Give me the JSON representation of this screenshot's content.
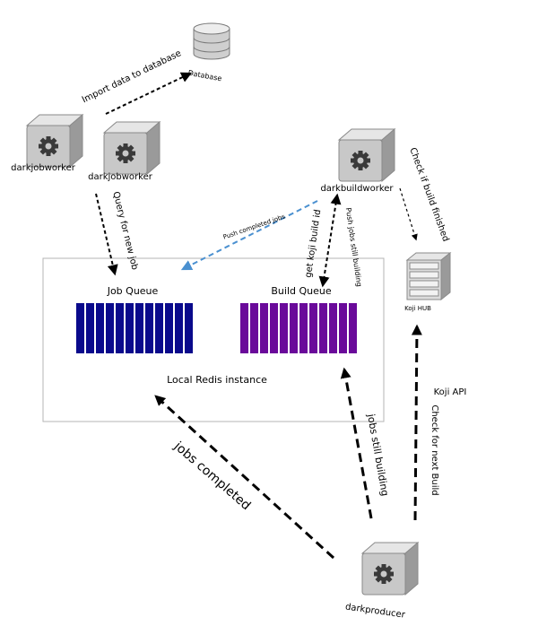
{
  "nodes": {
    "database": {
      "label": "Database",
      "icon": "database-icon"
    },
    "worker_a": {
      "label": "darkjobworker",
      "icon": "gear-server-icon"
    },
    "worker_b": {
      "label": "darkjobworker",
      "icon": "gear-server-icon"
    },
    "build_worker": {
      "label": "darkbuildworker",
      "icon": "gear-server-icon"
    },
    "koji_hub": {
      "label": "Koji HUB",
      "icon": "server-rack-icon"
    },
    "producer": {
      "label": "darkproducer",
      "icon": "gear-server-icon"
    }
  },
  "redis": {
    "label": "Local Redis instance",
    "job_queue": {
      "label": "Job Queue",
      "color": "#0a0a8c",
      "slots": 12
    },
    "build_queue": {
      "label": "Build Queue",
      "color": "#6a0a9a",
      "slots": 12
    }
  },
  "edges": {
    "import": "Import data to database",
    "query": "Query for new job",
    "push_completed": "Push completed jobs",
    "get_build_id": "get koji build id",
    "push_still_building": "Push jobs still building",
    "check_finished": "Check if build finished",
    "koji_api": "Koji API",
    "check_next": "Check for next Build",
    "jobs_still_building": "jobs still building",
    "jobs_completed": "jobs completed"
  },
  "colors": {
    "arrow": "#000000",
    "push_arrow": "#4a90d0",
    "server_face": "#c8c8c8",
    "server_side": "#9a9a9a",
    "server_top": "#e6e6e6",
    "border": "#b4b4b4"
  }
}
